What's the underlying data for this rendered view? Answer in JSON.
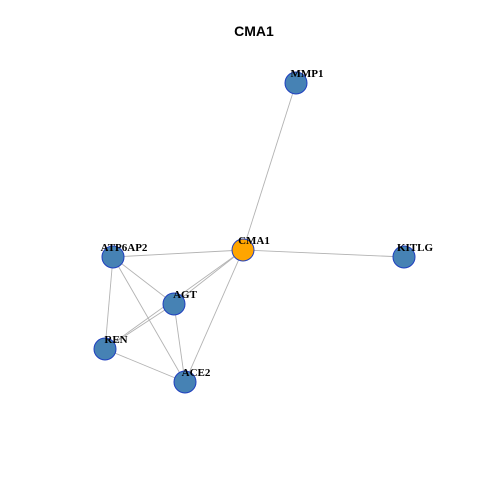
{
  "title": "CMA1",
  "colors": {
    "center_node": "#FFA500",
    "node": "#4682B4",
    "node_border": "#1F3FBF",
    "edge": "#B3B3B3"
  },
  "nodes": [
    {
      "id": "CMA1",
      "label": "CMA1",
      "role": "center"
    },
    {
      "id": "MMP1",
      "label": "MMP1",
      "role": "neighbor"
    },
    {
      "id": "ATP6AP2",
      "label": "ATP6AP2",
      "role": "neighbor"
    },
    {
      "id": "KITLG",
      "label": "KITLG",
      "role": "neighbor"
    },
    {
      "id": "AGT",
      "label": "AGT",
      "role": "neighbor"
    },
    {
      "id": "REN",
      "label": "REN",
      "role": "neighbor"
    },
    {
      "id": "ACE2",
      "label": "ACE2",
      "role": "neighbor"
    }
  ],
  "edges": [
    [
      "CMA1",
      "MMP1"
    ],
    [
      "CMA1",
      "KITLG"
    ],
    [
      "CMA1",
      "ATP6AP2"
    ],
    [
      "CMA1",
      "AGT"
    ],
    [
      "CMA1",
      "REN"
    ],
    [
      "CMA1",
      "ACE2"
    ],
    [
      "ATP6AP2",
      "AGT"
    ],
    [
      "ATP6AP2",
      "REN"
    ],
    [
      "ATP6AP2",
      "ACE2"
    ],
    [
      "AGT",
      "REN"
    ],
    [
      "AGT",
      "ACE2"
    ],
    [
      "REN",
      "ACE2"
    ]
  ]
}
